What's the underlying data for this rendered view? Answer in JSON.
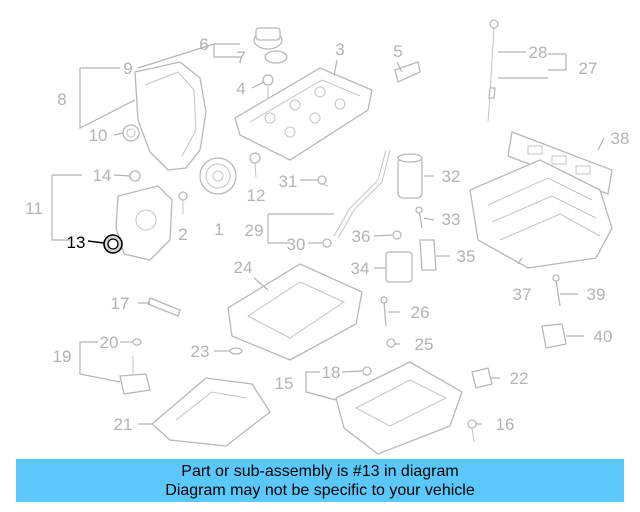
{
  "diagram": {
    "highlighted_part": "13",
    "callouts": [
      "1",
      "2",
      "3",
      "4",
      "5",
      "6",
      "7",
      "8",
      "9",
      "10",
      "11",
      "12",
      "13",
      "14",
      "15",
      "16",
      "17",
      "18",
      "19",
      "20",
      "21",
      "22",
      "23",
      "24",
      "25",
      "26",
      "27",
      "28",
      "29",
      "30",
      "31",
      "32",
      "33",
      "34",
      "35",
      "36",
      "37",
      "38",
      "39",
      "40"
    ]
  },
  "banner": {
    "line1": "Part or sub-assembly is #13 in diagram",
    "line2": "Diagram may not be specific to your vehicle"
  },
  "colors": {
    "banner_bg": "#5ac8fa",
    "callout_text": "#b3b3b3",
    "highlight": "#000000"
  }
}
